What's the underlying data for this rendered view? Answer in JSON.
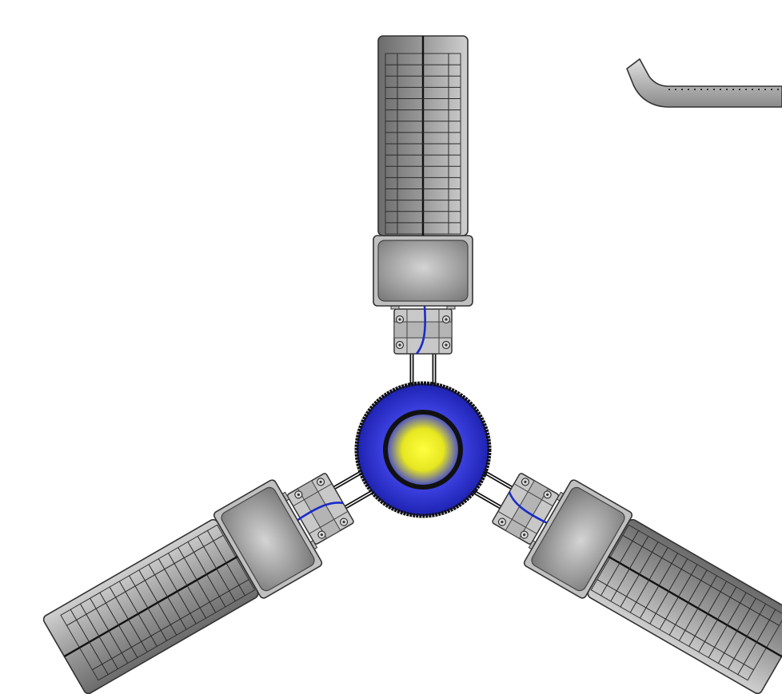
{
  "colors": {
    "background": "#ffffff",
    "outline": "#222222",
    "hub_ring": "#2a2fd6",
    "hub_glow": "#f3f30a",
    "cable": "#1a2bc9",
    "panel_light": "#cfcfcf",
    "panel_dark": "#6b6b6b"
  },
  "figure": {
    "arms": [
      {
        "name": "arm-top",
        "rotation_deg": 0
      },
      {
        "name": "arm-left",
        "rotation_deg": -120
      },
      {
        "name": "arm-right",
        "rotation_deg": 120
      }
    ],
    "panel_segments": 16
  }
}
